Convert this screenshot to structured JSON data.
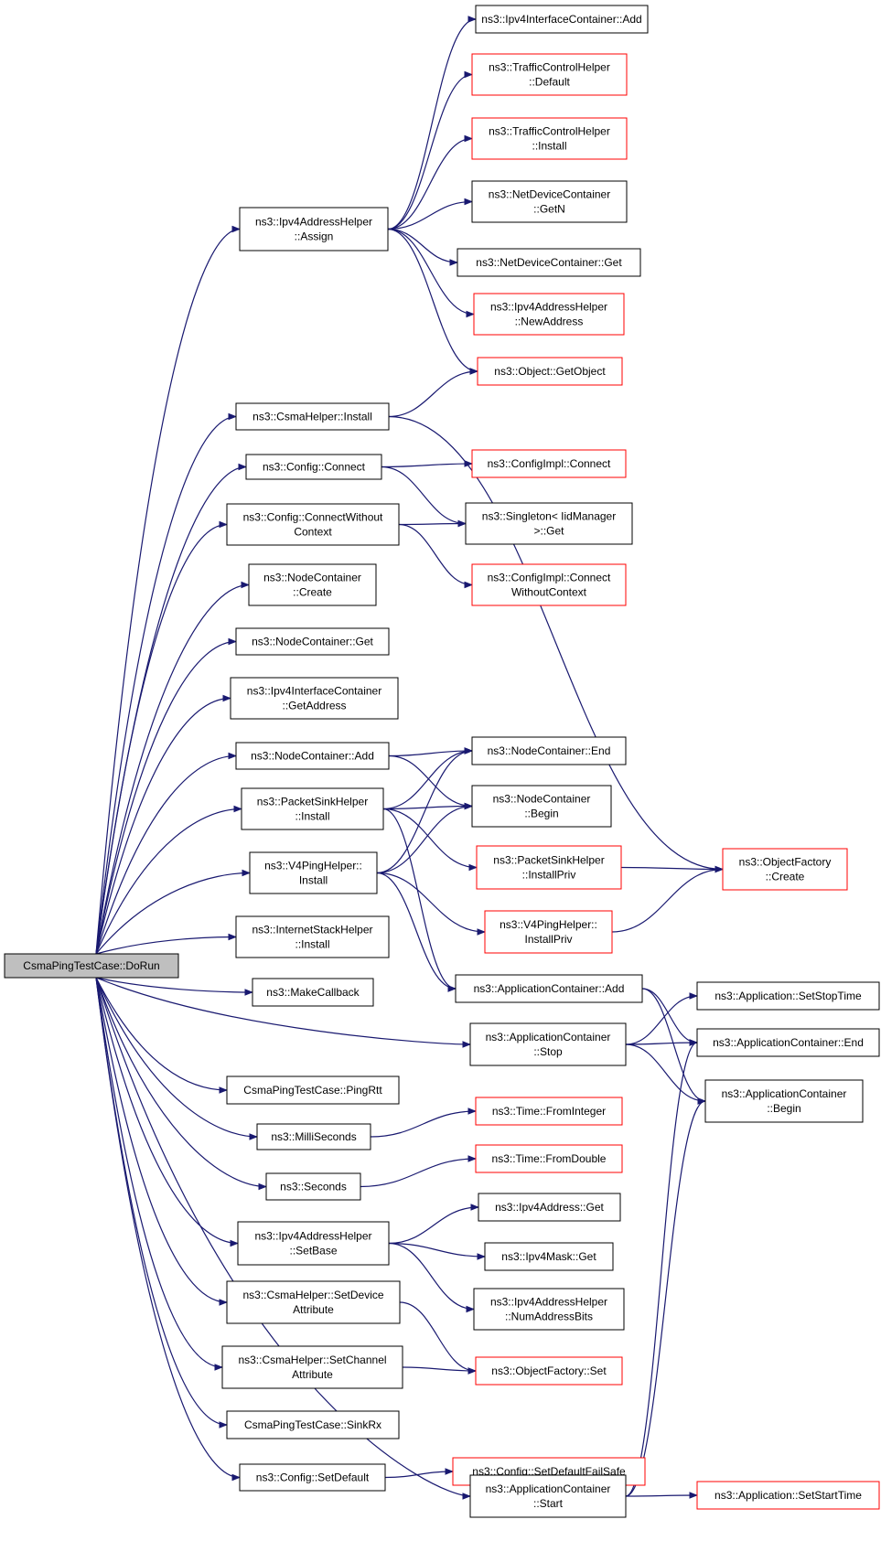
{
  "graph_title": "",
  "colors": {
    "edge": "#191970",
    "documented_border": "#000000",
    "undocumented_border": "#ff0000",
    "root_fill": "#bfbfbf"
  },
  "nodes": {
    "root": {
      "lines": [
        "CsmaPingTestCase::DoRun"
      ],
      "kind": "root"
    },
    "ip4ic_add": {
      "lines": [
        "ns3::Ipv4InterfaceContainer::Add"
      ],
      "kind": "doc"
    },
    "tch_default": {
      "lines": [
        "ns3::TrafficControlHelper",
        "::Default"
      ],
      "kind": "undoc"
    },
    "tch_install": {
      "lines": [
        "ns3::TrafficControlHelper",
        "::Install"
      ],
      "kind": "undoc"
    },
    "ndc_getn": {
      "lines": [
        "ns3::NetDeviceContainer",
        "::GetN"
      ],
      "kind": "doc"
    },
    "ndc_get": {
      "lines": [
        "ns3::NetDeviceContainer::Get"
      ],
      "kind": "doc"
    },
    "ip4ah_newaddress": {
      "lines": [
        "ns3::Ipv4AddressHelper",
        "::NewAddress"
      ],
      "kind": "undoc"
    },
    "object_getobject": {
      "lines": [
        "ns3::Object::GetObject"
      ],
      "kind": "undoc"
    },
    "ip4ah_assign": {
      "lines": [
        "ns3::Ipv4AddressHelper",
        "::Assign"
      ],
      "kind": "doc"
    },
    "csmah_install": {
      "lines": [
        "ns3::CsmaHelper::Install"
      ],
      "kind": "doc"
    },
    "config_connect": {
      "lines": [
        "ns3::Config::Connect"
      ],
      "kind": "doc"
    },
    "configimpl_connect": {
      "lines": [
        "ns3::ConfigImpl::Connect"
      ],
      "kind": "undoc"
    },
    "config_connectwithout": {
      "lines": [
        "ns3::Config::ConnectWithout",
        "Context"
      ],
      "kind": "doc"
    },
    "singleton_get": {
      "lines": [
        "ns3::Singleton< IidManager",
        ">::Get"
      ],
      "kind": "doc"
    },
    "configimpl_connectwithout": {
      "lines": [
        "ns3::ConfigImpl::Connect",
        "WithoutContext"
      ],
      "kind": "undoc"
    },
    "nc_create": {
      "lines": [
        "ns3::NodeContainer",
        "::Create"
      ],
      "kind": "doc"
    },
    "nc_get": {
      "lines": [
        "ns3::NodeContainer::Get"
      ],
      "kind": "doc"
    },
    "ip4ic_getaddress": {
      "lines": [
        "ns3::Ipv4InterfaceContainer",
        "::GetAddress"
      ],
      "kind": "doc"
    },
    "nc_add": {
      "lines": [
        "ns3::NodeContainer::Add"
      ],
      "kind": "doc"
    },
    "nc_end": {
      "lines": [
        "ns3::NodeContainer::End"
      ],
      "kind": "doc"
    },
    "nc_begin": {
      "lines": [
        "ns3::NodeContainer",
        "::Begin"
      ],
      "kind": "doc"
    },
    "psh_install": {
      "lines": [
        "ns3::PacketSinkHelper",
        "::Install"
      ],
      "kind": "doc"
    },
    "psh_installpriv": {
      "lines": [
        "ns3::PacketSinkHelper",
        "::InstallPriv"
      ],
      "kind": "undoc"
    },
    "objfactory_create": {
      "lines": [
        "ns3::ObjectFactory",
        "::Create"
      ],
      "kind": "undoc"
    },
    "v4ph_install": {
      "lines": [
        "ns3::V4PingHelper::",
        "Install"
      ],
      "kind": "doc"
    },
    "v4ph_installpriv": {
      "lines": [
        "ns3::V4PingHelper::",
        "InstallPriv"
      ],
      "kind": "undoc"
    },
    "ish_install": {
      "lines": [
        "ns3::InternetStackHelper",
        "::Install"
      ],
      "kind": "doc"
    },
    "makecallback": {
      "lines": [
        "ns3::MakeCallback"
      ],
      "kind": "doc"
    },
    "ac_add": {
      "lines": [
        "ns3::ApplicationContainer::Add"
      ],
      "kind": "doc"
    },
    "app_setstoptime": {
      "lines": [
        "ns3::Application::SetStopTime"
      ],
      "kind": "doc"
    },
    "ac_stop": {
      "lines": [
        "ns3::ApplicationContainer",
        "::Stop"
      ],
      "kind": "doc"
    },
    "ac_end": {
      "lines": [
        "ns3::ApplicationContainer::End"
      ],
      "kind": "doc"
    },
    "ac_begin": {
      "lines": [
        "ns3::ApplicationContainer",
        "::Begin"
      ],
      "kind": "doc"
    },
    "pingrtt": {
      "lines": [
        "CsmaPingTestCase::PingRtt"
      ],
      "kind": "doc"
    },
    "milliseconds": {
      "lines": [
        "ns3::MilliSeconds"
      ],
      "kind": "doc"
    },
    "time_frominteger": {
      "lines": [
        "ns3::Time::FromInteger"
      ],
      "kind": "undoc"
    },
    "seconds": {
      "lines": [
        "ns3::Seconds"
      ],
      "kind": "doc"
    },
    "time_fromdouble": {
      "lines": [
        "ns3::Time::FromDouble"
      ],
      "kind": "undoc"
    },
    "ip4addr_get": {
      "lines": [
        "ns3::Ipv4Address::Get"
      ],
      "kind": "doc"
    },
    "ip4ah_setbase": {
      "lines": [
        "ns3::Ipv4AddressHelper",
        "::SetBase"
      ],
      "kind": "doc"
    },
    "ip4mask_get": {
      "lines": [
        "ns3::Ipv4Mask::Get"
      ],
      "kind": "doc"
    },
    "ip4ah_numaddressbits": {
      "lines": [
        "ns3::Ipv4AddressHelper",
        "::NumAddressBits"
      ],
      "kind": "doc"
    },
    "csmah_setdeviceattr": {
      "lines": [
        "ns3::CsmaHelper::SetDevice",
        "Attribute"
      ],
      "kind": "doc"
    },
    "csmah_setchannelattr": {
      "lines": [
        "ns3::CsmaHelper::SetChannel",
        "Attribute"
      ],
      "kind": "doc"
    },
    "objfactory_set": {
      "lines": [
        "ns3::ObjectFactory::Set"
      ],
      "kind": "undoc"
    },
    "sinkrx": {
      "lines": [
        "CsmaPingTestCase::SinkRx"
      ],
      "kind": "doc"
    },
    "config_setdefaultfailsafe": {
      "lines": [
        "ns3::Config::SetDefaultFailSafe"
      ],
      "kind": "undoc"
    },
    "config_setdefault": {
      "lines": [
        "ns3::Config::SetDefault"
      ],
      "kind": "doc"
    },
    "ac_start": {
      "lines": [
        "ns3::ApplicationContainer",
        "::Start"
      ],
      "kind": "doc"
    },
    "app_setstarttime": {
      "lines": [
        "ns3::Application::SetStartTime"
      ],
      "kind": "undoc"
    }
  },
  "edges": [
    [
      "root",
      "ip4ah_assign"
    ],
    [
      "root",
      "csmah_install"
    ],
    [
      "root",
      "config_connect"
    ],
    [
      "root",
      "config_connectwithout"
    ],
    [
      "root",
      "nc_create"
    ],
    [
      "root",
      "nc_get"
    ],
    [
      "root",
      "ip4ic_getaddress"
    ],
    [
      "root",
      "nc_add"
    ],
    [
      "root",
      "psh_install"
    ],
    [
      "root",
      "v4ph_install"
    ],
    [
      "root",
      "ish_install"
    ],
    [
      "root",
      "makecallback"
    ],
    [
      "root",
      "ac_stop"
    ],
    [
      "root",
      "pingrtt"
    ],
    [
      "root",
      "milliseconds"
    ],
    [
      "root",
      "seconds"
    ],
    [
      "root",
      "ip4ah_setbase"
    ],
    [
      "root",
      "csmah_setdeviceattr"
    ],
    [
      "root",
      "csmah_setchannelattr"
    ],
    [
      "root",
      "sinkrx"
    ],
    [
      "root",
      "config_setdefault"
    ],
    [
      "root",
      "ac_start"
    ],
    [
      "ip4ah_assign",
      "ip4ic_add"
    ],
    [
      "ip4ah_assign",
      "tch_default"
    ],
    [
      "ip4ah_assign",
      "tch_install"
    ],
    [
      "ip4ah_assign",
      "ndc_getn"
    ],
    [
      "ip4ah_assign",
      "ndc_get"
    ],
    [
      "ip4ah_assign",
      "ip4ah_newaddress"
    ],
    [
      "ip4ah_assign",
      "object_getobject"
    ],
    [
      "csmah_install",
      "object_getobject"
    ],
    [
      "csmah_install",
      "objfactory_create"
    ],
    [
      "config_connect",
      "configimpl_connect"
    ],
    [
      "config_connect",
      "singleton_get"
    ],
    [
      "config_connectwithout",
      "singleton_get"
    ],
    [
      "config_connectwithout",
      "configimpl_connectwithout"
    ],
    [
      "nc_add",
      "nc_end"
    ],
    [
      "nc_add",
      "nc_begin"
    ],
    [
      "psh_install",
      "nc_end"
    ],
    [
      "psh_install",
      "nc_begin"
    ],
    [
      "psh_install",
      "psh_installpriv"
    ],
    [
      "psh_install",
      "ac_add"
    ],
    [
      "v4ph_install",
      "nc_end"
    ],
    [
      "v4ph_install",
      "nc_begin"
    ],
    [
      "v4ph_install",
      "v4ph_installpriv"
    ],
    [
      "v4ph_install",
      "ac_add"
    ],
    [
      "psh_installpriv",
      "objfactory_create"
    ],
    [
      "v4ph_installpriv",
      "objfactory_create"
    ],
    [
      "ac_add",
      "ac_end"
    ],
    [
      "ac_add",
      "ac_begin"
    ],
    [
      "ac_stop",
      "app_setstoptime"
    ],
    [
      "ac_stop",
      "ac_end"
    ],
    [
      "ac_stop",
      "ac_begin"
    ],
    [
      "milliseconds",
      "time_frominteger"
    ],
    [
      "seconds",
      "time_fromdouble"
    ],
    [
      "ip4ah_setbase",
      "ip4addr_get"
    ],
    [
      "ip4ah_setbase",
      "ip4mask_get"
    ],
    [
      "ip4ah_setbase",
      "ip4ah_numaddressbits"
    ],
    [
      "csmah_setdeviceattr",
      "objfactory_set"
    ],
    [
      "csmah_setchannelattr",
      "objfactory_set"
    ],
    [
      "config_setdefault",
      "config_setdefaultfailsafe"
    ],
    [
      "ac_start",
      "ac_end"
    ],
    [
      "ac_start",
      "ac_begin"
    ],
    [
      "ac_start",
      "app_setstarttime"
    ]
  ]
}
